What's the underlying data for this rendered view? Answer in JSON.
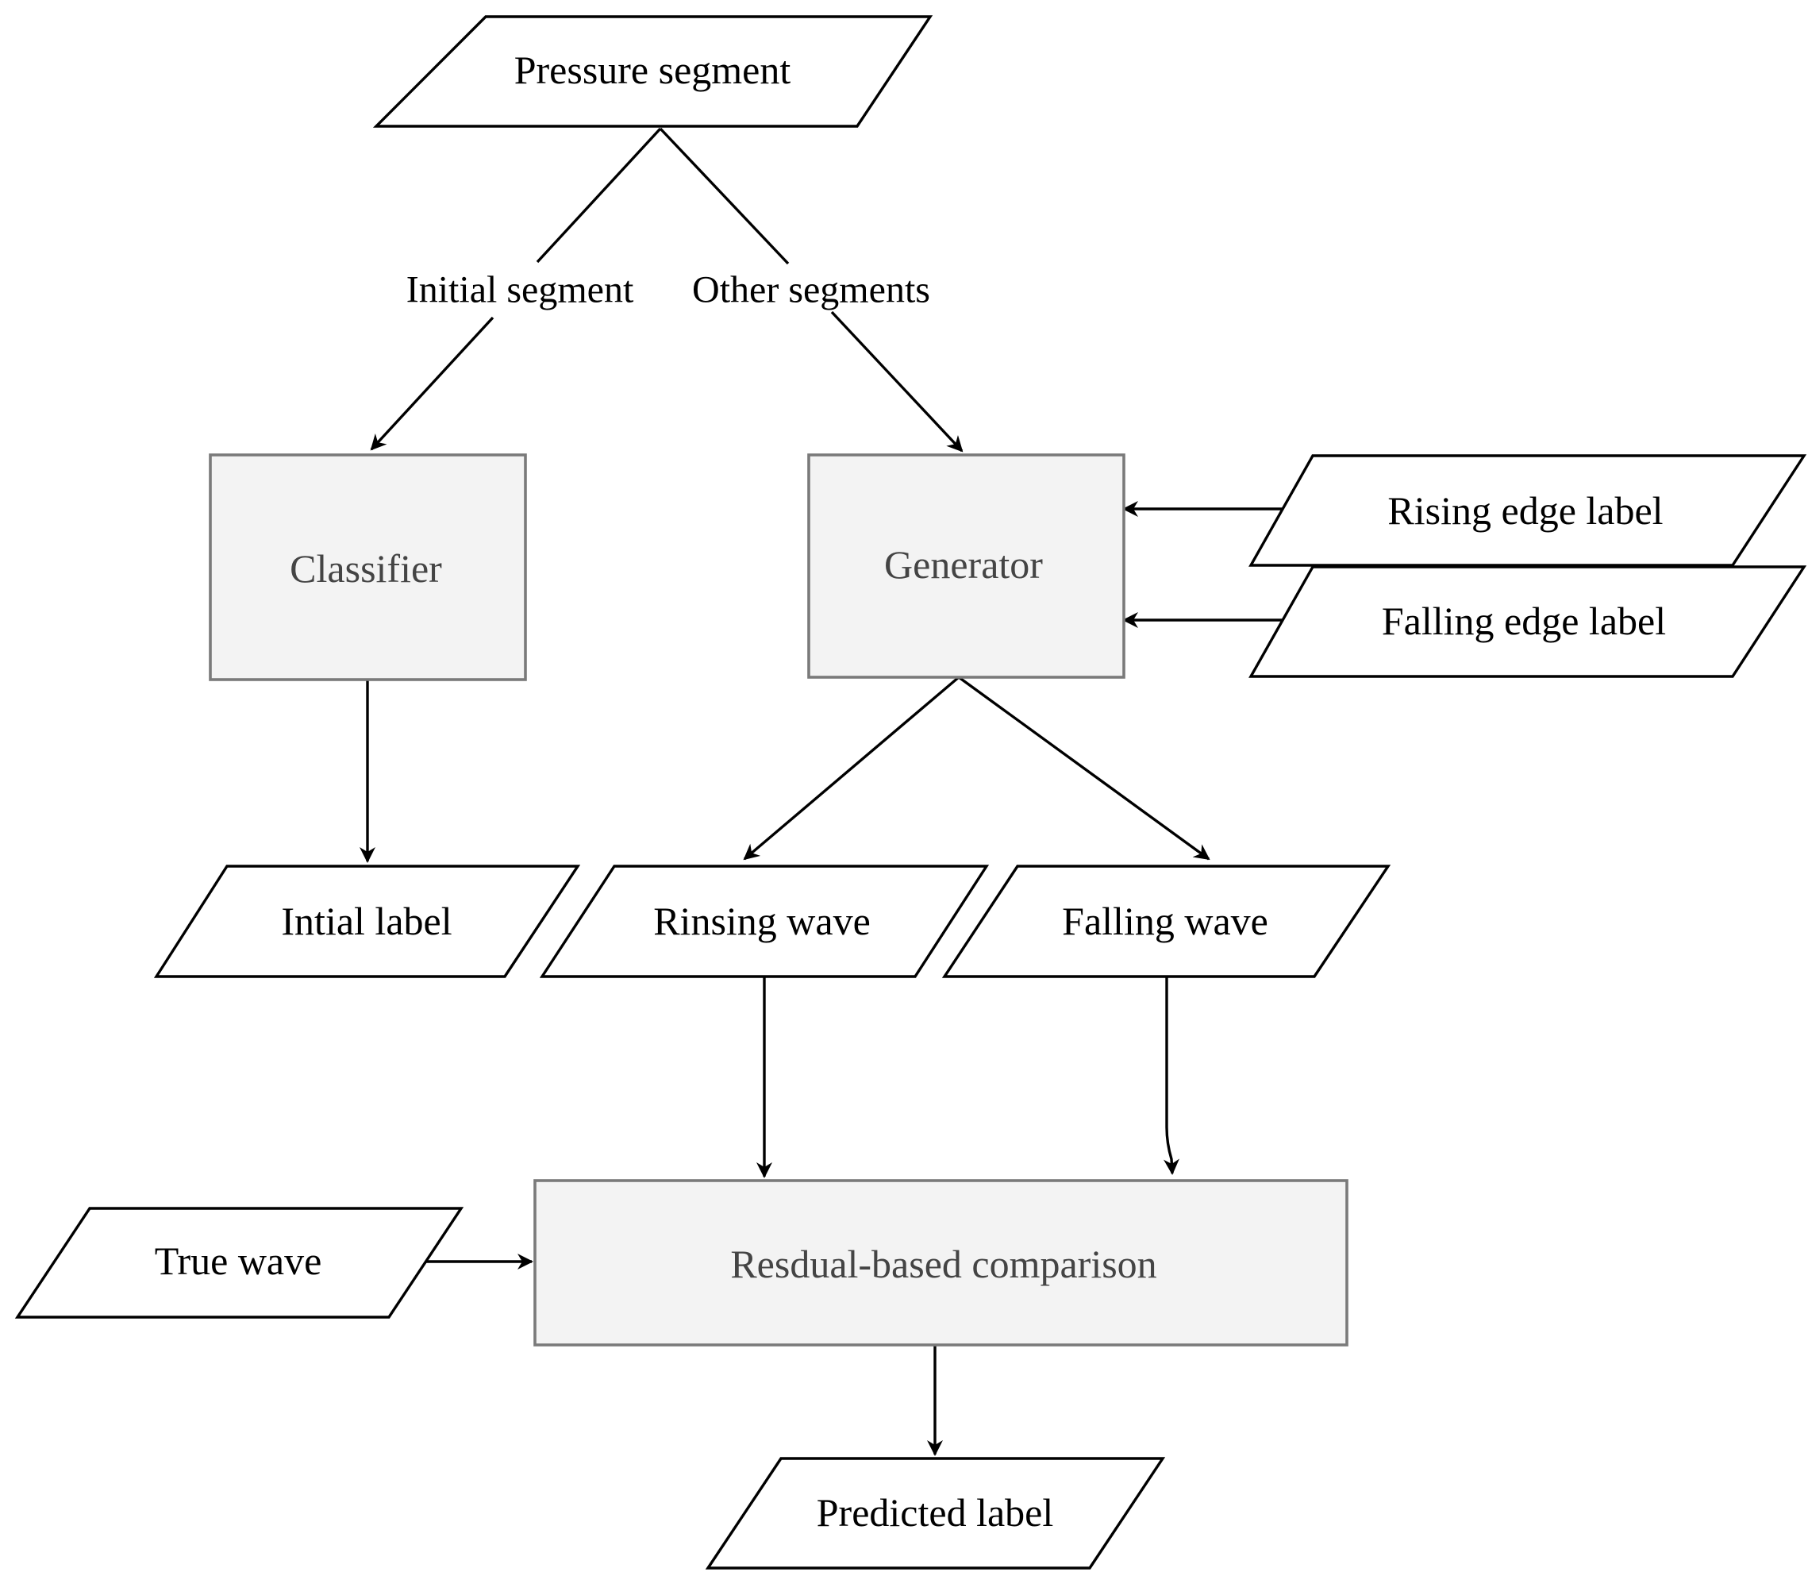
{
  "nodes": {
    "pressure_segment": "Pressure segment",
    "classifier": "Classifier",
    "generator": "Generator",
    "rising_edge_label": "Rising edge label",
    "falling_edge_label": "Falling edge label",
    "initial_label": "Intial label",
    "rising_wave": "Rinsing wave",
    "falling_wave": "Falling wave",
    "true_wave": "True wave",
    "residual_comparison": "Resdual-based comparison",
    "predicted_label": "Predicted label"
  },
  "edge_labels": {
    "initial_segment": "Initial segment",
    "other_segments": "Other segments"
  }
}
